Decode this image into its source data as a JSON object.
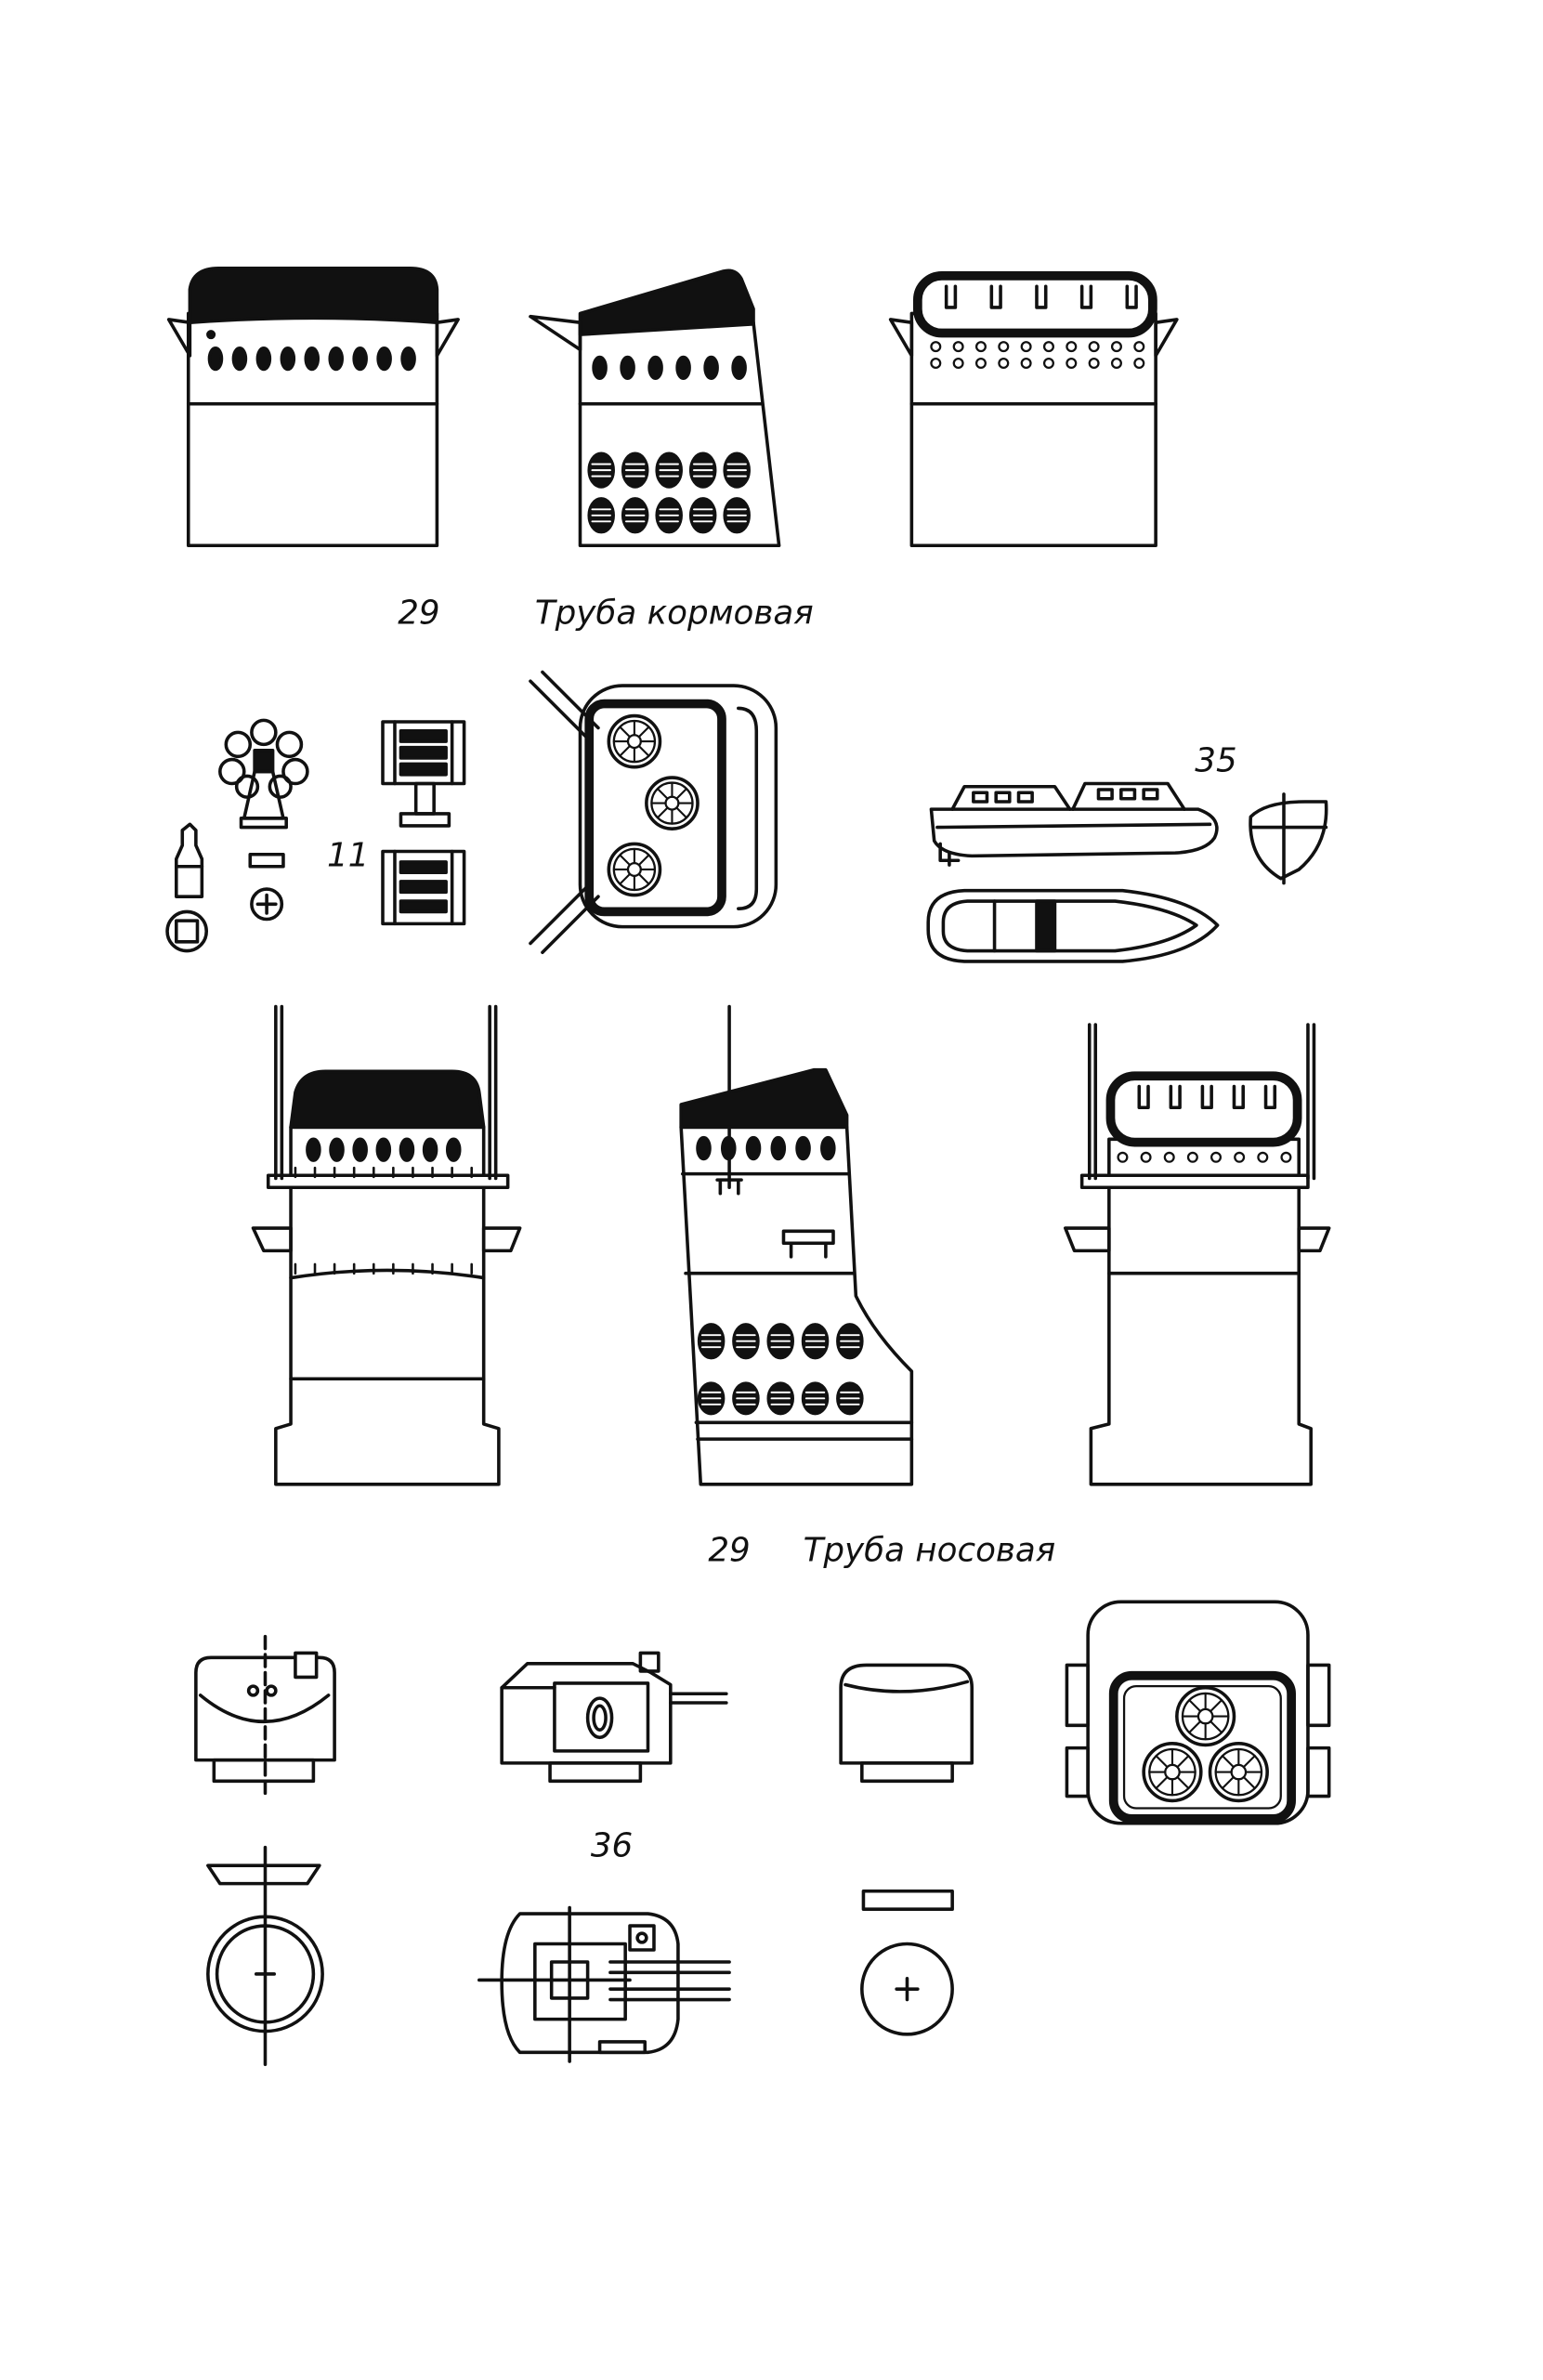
{
  "aft_funnel": {
    "number": "29",
    "caption": "Труба кормовая"
  },
  "fore_funnel": {
    "number": "29",
    "caption": "Труба носовая"
  },
  "part_labels": {
    "searchlights": "11",
    "boats": "35",
    "turrets": "36"
  },
  "colors": {
    "ink": "#111111",
    "paper": "#ffffff"
  }
}
